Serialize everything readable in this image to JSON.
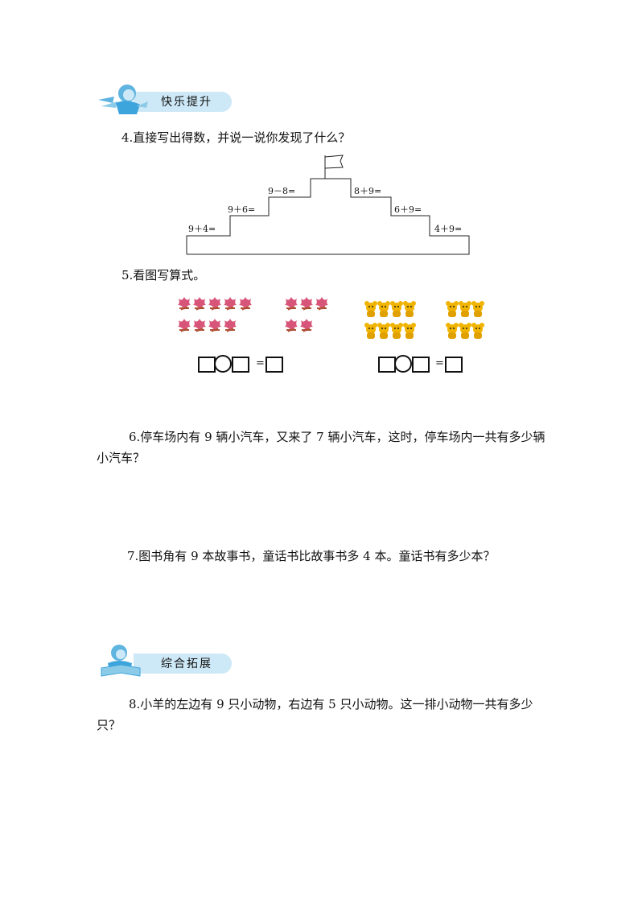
{
  "section1": {
    "title": "快乐提升"
  },
  "q4": {
    "text": "4.直接写出得数，并说一说你发现了什么？",
    "stairs_left": [
      "9＋4=",
      "9＋6=",
      "9－8="
    ],
    "stairs_right": [
      "8＋9=",
      "6＋9=",
      "4＋9="
    ]
  },
  "q5": {
    "text": "5.看图写算式。",
    "left_group": {
      "flowers_row1_a": 5,
      "flowers_row2_a": 4,
      "flowers_row1_b": 3,
      "flowers_row2_b": 2
    },
    "right_group": {
      "bears_row1_a": 4,
      "bears_row2_a": 4,
      "bears_row1_b": 3,
      "bears_row2_b": 3
    },
    "equals": "="
  },
  "q6": {
    "text": "6.停车场内有 9 辆小汽车，又来了 7 辆小汽车，这时，停车场内一共有多少辆小汽车？"
  },
  "q7": {
    "text": "7.图书角有 9 本故事书，童话书比故事书多 4 本。童话书有多少本？"
  },
  "section2": {
    "title": "综合拓展"
  },
  "q8": {
    "text": "8.小羊的左边有 9 只小动物，右边有 5 只小动物。这一排小动物一共有多少只？"
  }
}
